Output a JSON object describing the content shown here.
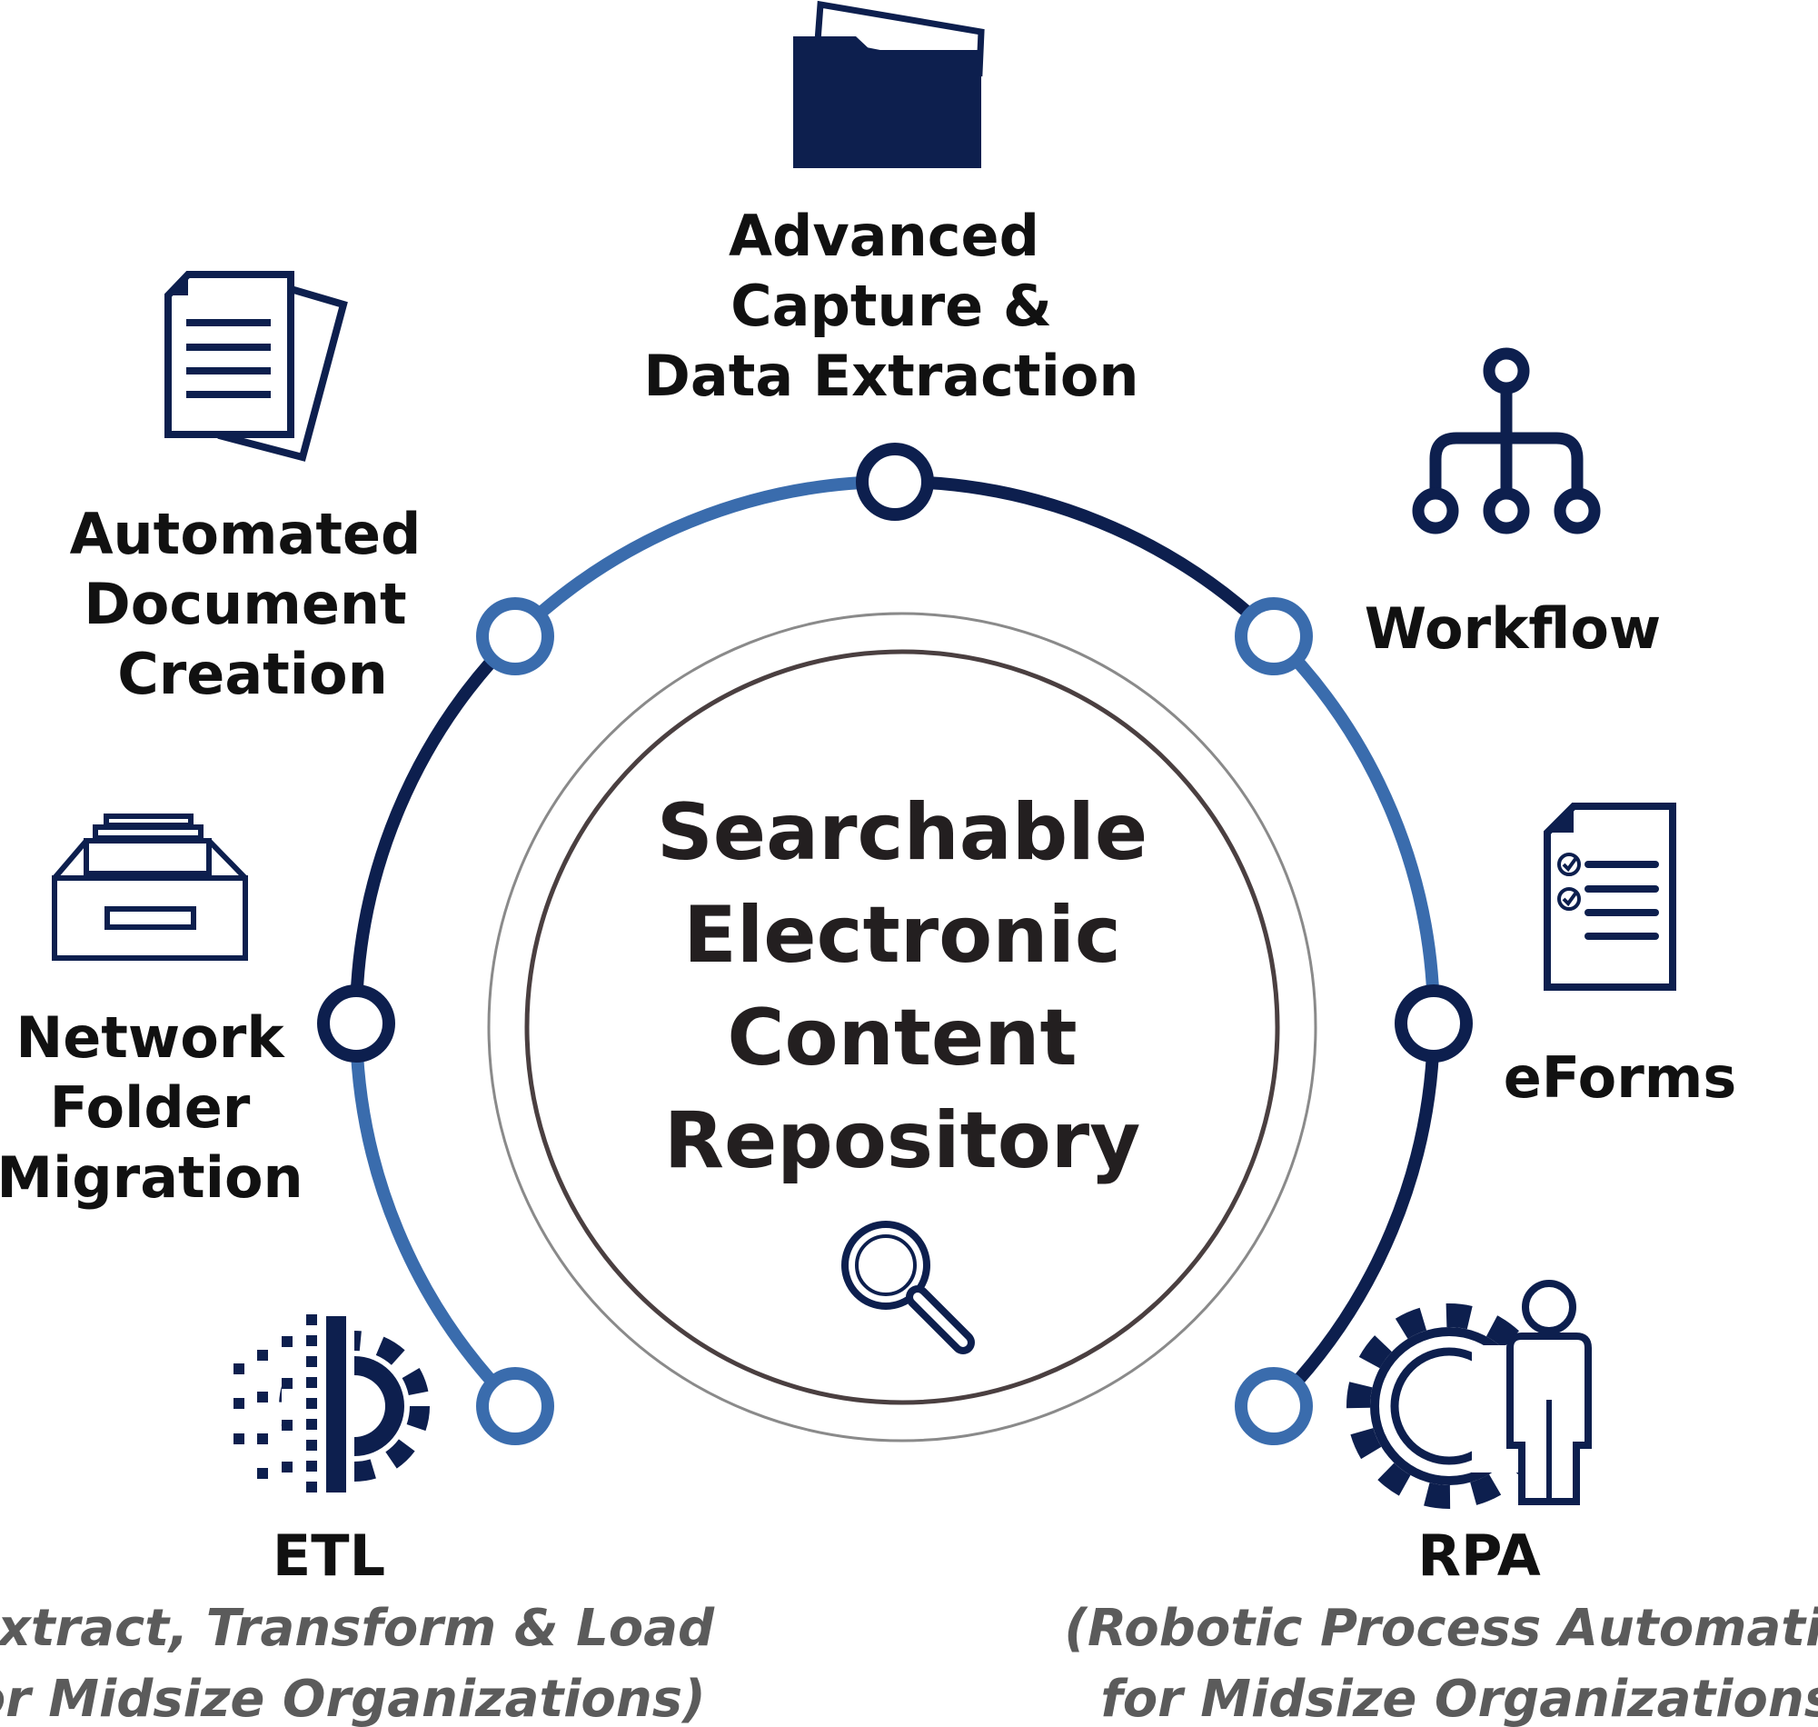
{
  "colors": {
    "navy": "#0d1f4e",
    "blue": "#3a6cad",
    "text": "#111111",
    "subtext": "#5b5b5b",
    "ring_outer": "#8a8a8a",
    "ring_inner": "#4a3f40"
  },
  "center": {
    "lines": [
      "Searchable",
      "Electronic",
      "Content",
      "Repository"
    ],
    "icon": "magnifier-icon"
  },
  "nodes": [
    {
      "id": "advanced-capture",
      "title_lines": [
        "Advanced",
        "Capture &",
        "Data Extraction"
      ],
      "icon": "folder-icon"
    },
    {
      "id": "workflow",
      "title_lines": [
        "Workflow"
      ],
      "icon": "hierarchy-icon"
    },
    {
      "id": "eforms",
      "title_lines": [
        "eForms"
      ],
      "icon": "checklist-document-icon"
    },
    {
      "id": "rpa",
      "title_lines": [
        "RPA"
      ],
      "subtitle_lines": [
        "(Robotic Process Automation",
        "for Midsize Organizations)"
      ],
      "icon": "gear-person-icon"
    },
    {
      "id": "etl",
      "title_lines": [
        "ETL"
      ],
      "subtitle_lines": [
        "(Extract,  Transform & Load",
        "for Midsize Organizations)"
      ],
      "icon": "pixel-gear-icon"
    },
    {
      "id": "network-folder",
      "title_lines": [
        "Network",
        "Folder",
        "Migration"
      ],
      "icon": "file-drawer-icon"
    },
    {
      "id": "automated-document",
      "title_lines": [
        "Automated",
        "Document",
        "Creation"
      ],
      "icon": "documents-icon"
    }
  ]
}
